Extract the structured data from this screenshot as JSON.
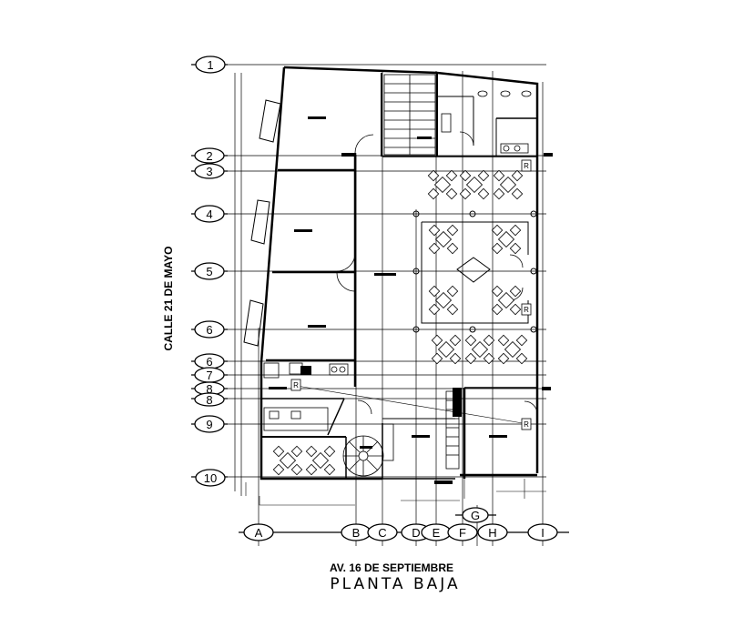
{
  "grid": {
    "rows": [
      "1",
      "2",
      "3",
      "4",
      "5",
      "6",
      "6",
      "7",
      "8",
      "8",
      "9",
      "10"
    ],
    "columns": [
      "A",
      "B",
      "C",
      "D",
      "E",
      "F",
      "H",
      "I",
      "G"
    ]
  },
  "labels": {
    "side_street": "CALLE 21 DE MAYO",
    "front_street": "AV. 16 DE SEPTIEMBRE",
    "title": "PLANTA BAJA"
  },
  "tags": [
    "R",
    "R",
    "R",
    "R"
  ]
}
